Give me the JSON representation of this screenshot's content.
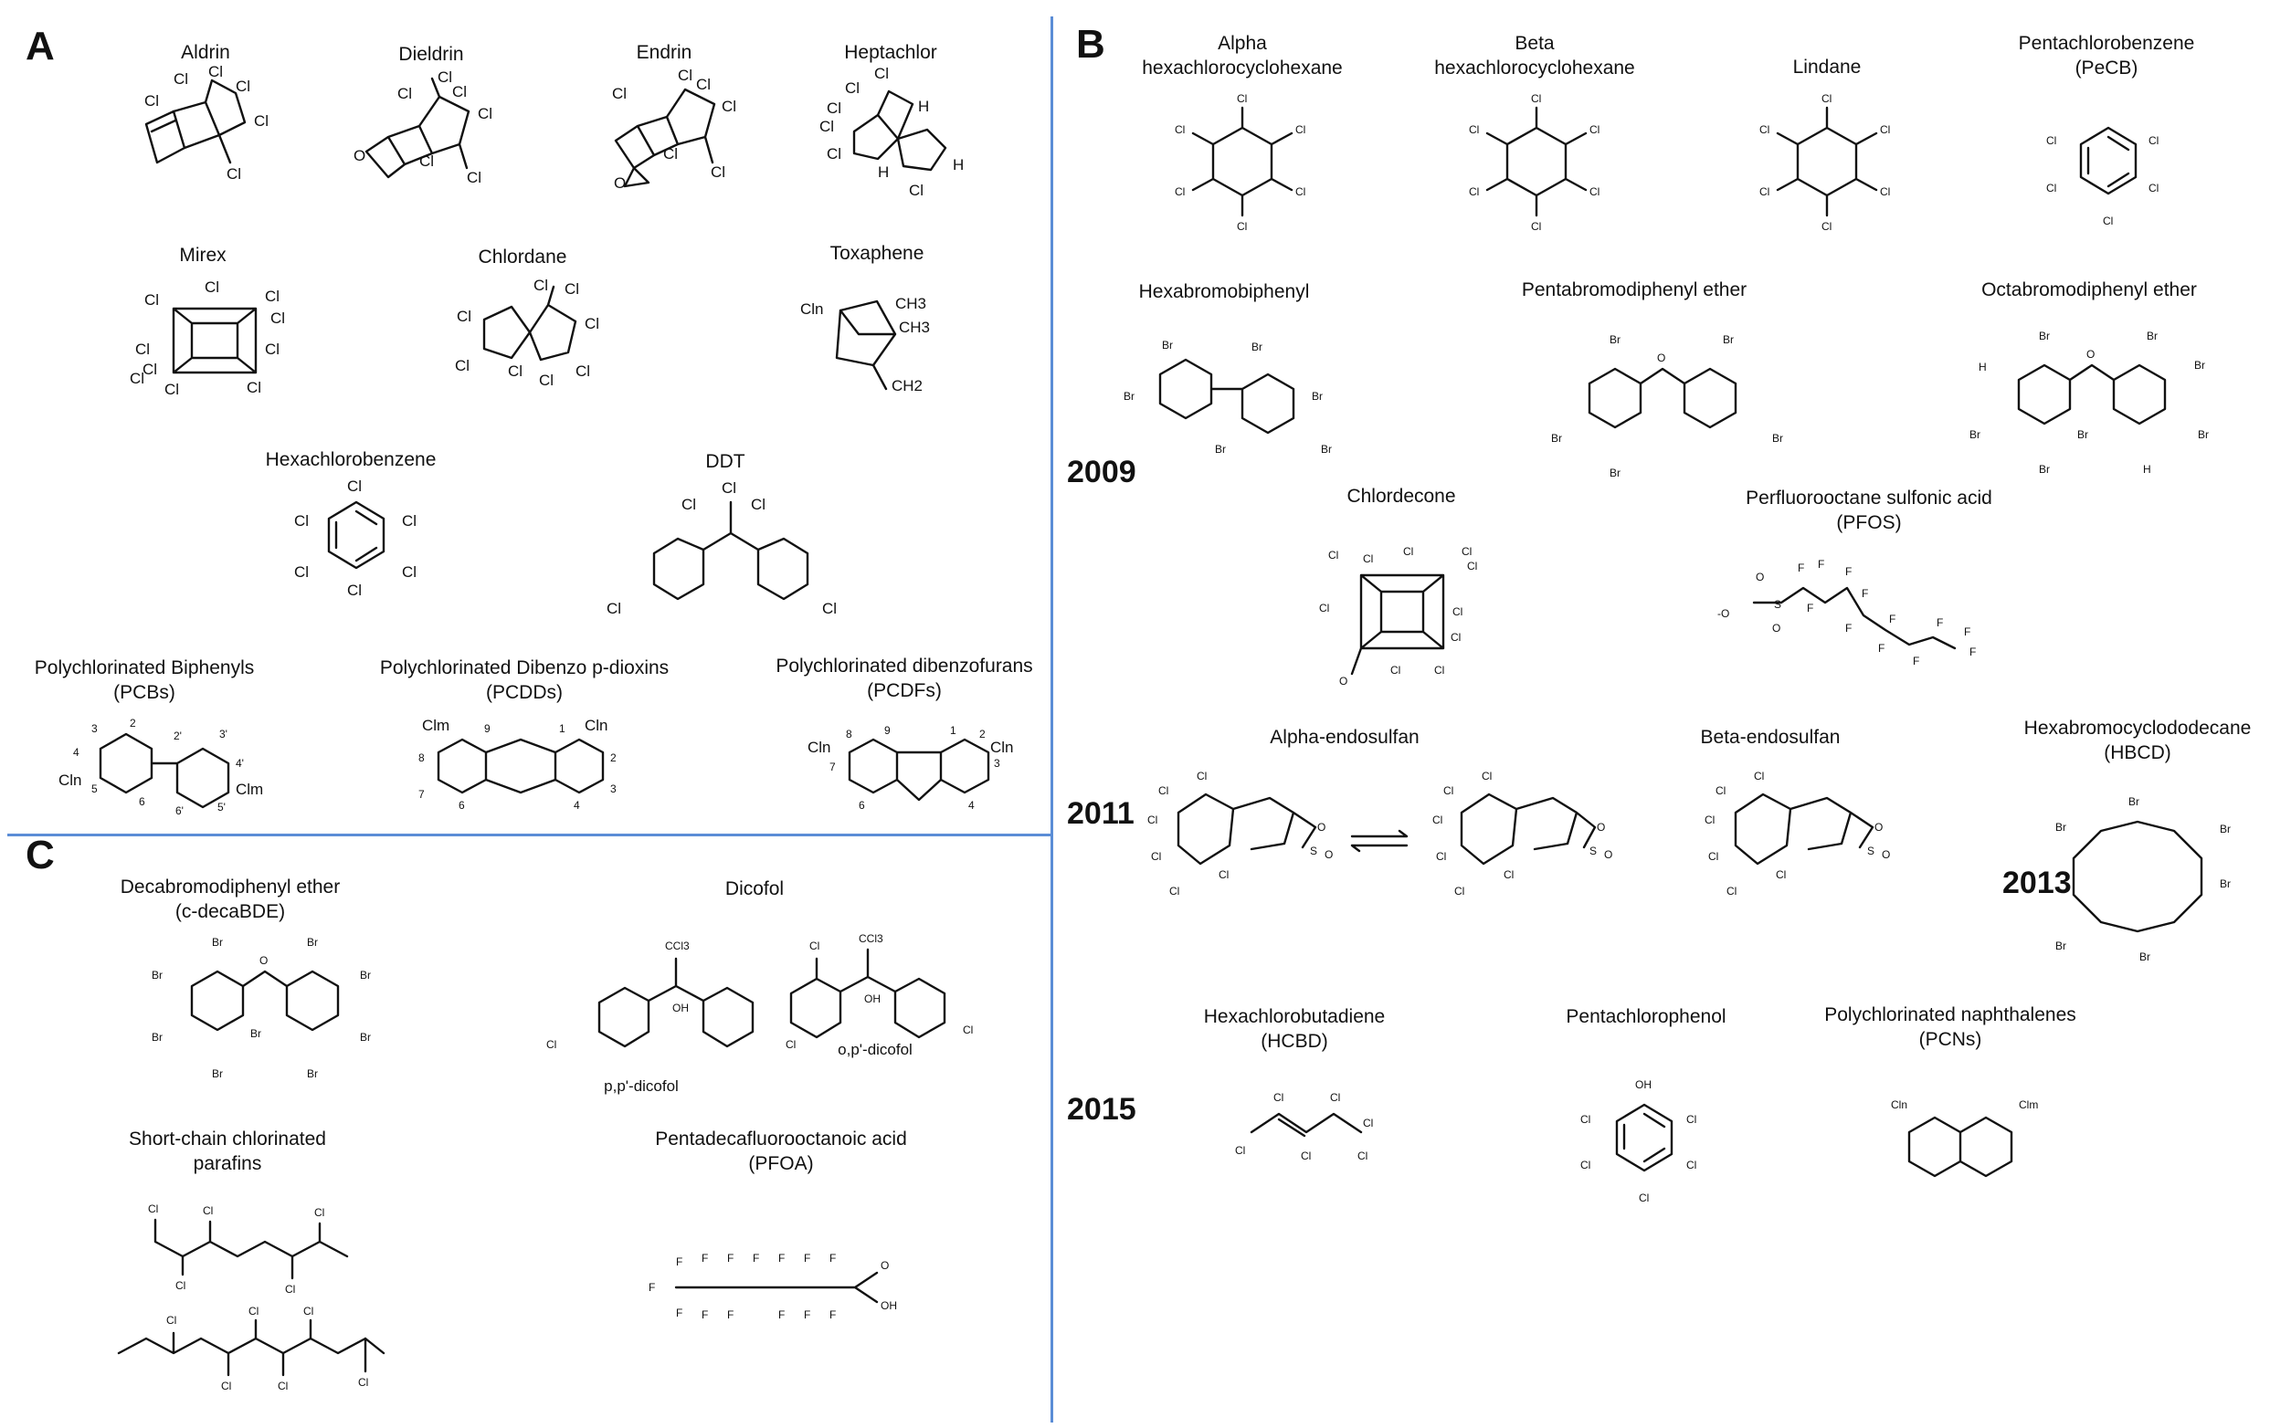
{
  "panels": {
    "a": "A",
    "b": "B",
    "c": "C"
  },
  "years": {
    "y2009": "2009",
    "y2011": "2011",
    "y2013": "2013",
    "y2015": "2015"
  },
  "panel_a": {
    "aldrin": "Aldrin",
    "dieldrin": "Dieldrin",
    "endrin": "Endrin",
    "heptachlor": "Heptachlor",
    "mirex": "Mirex",
    "chlordane": "Chlordane",
    "toxaphene": "Toxaphene",
    "hexachlorobenzene": "Hexachlorobenzene",
    "ddt": "DDT",
    "pcb_1": "Polychlorinated Biphenyls",
    "pcb_2": "(PCBs)",
    "pcdd_1": "Polychlorinated Dibenzo p-dioxins",
    "pcdd_2": "(PCDDs)",
    "pcdf_1": "Polychlorinated dibenzofurans",
    "pcdf_2": "(PCDFs)"
  },
  "panel_b": {
    "ahch_1": "Alpha",
    "ahch_2": "hexachlorocyclohexane",
    "bhch_1": "Beta",
    "bhch_2": "hexachlorocyclohexane",
    "lindane": "Lindane",
    "pecb_1": "Pentachlorobenzene",
    "pecb_2": "(PeCB)",
    "hexabromobiphenyl": "Hexabromobiphenyl",
    "pentabde": "Pentabromodiphenyl ether",
    "octabde": "Octabromodiphenyl ether",
    "chlordecone": "Chlordecone",
    "pfos_1": "Perfluorooctane sulfonic acid",
    "pfos_2": "(PFOS)",
    "a_endosulfan": "Alpha-endosulfan",
    "b_endosulfan": "Beta-endosulfan",
    "hbcd_1": "Hexabromocyclododecane",
    "hbcd_2": "(HBCD)",
    "hcbd_1": "Hexachlorobutadiene",
    "hcbd_2": "(HCBD)",
    "pcp": "Pentachlorophenol",
    "pcn_1": "Polychlorinated naphthalenes",
    "pcn_2": "(PCNs)"
  },
  "panel_c": {
    "decabde_1": "Decabromodiphenyl ether",
    "decabde_2": "(c-decaBDE)",
    "dicofol": "Dicofol",
    "pp_dicofol": "p,p'-dicofol",
    "op_dicofol": "o,p'-dicofol",
    "sccp_1": "Short-chain chlorinated",
    "sccp_2": "parafins",
    "pfoa_1": "Pentadecafluorooctanoic acid",
    "pfoa_2": "(PFOA)"
  },
  "atoms": {
    "cl": "Cl",
    "br": "Br",
    "h": "H",
    "o": "O",
    "oh": "OH",
    "f": "F",
    "ccl3": "CCl3",
    "ch3": "CH3",
    "ch2": "CH2",
    "cln": "Cln",
    "clm": "Clm",
    "o_minus": "-O",
    "s": "S"
  },
  "pcb_numbers": [
    "2",
    "3",
    "4",
    "5",
    "6",
    "2'",
    "3'",
    "4'",
    "5'",
    "6'"
  ],
  "pcdd_numbers": [
    "1",
    "2",
    "3",
    "4",
    "6",
    "7",
    "8",
    "9"
  ],
  "pcdf_numbers": [
    "1",
    "2",
    "3",
    "4",
    "6",
    "7",
    "8",
    "9"
  ],
  "colors": {
    "divider": "#5b8dd6",
    "ink": "#111111"
  }
}
